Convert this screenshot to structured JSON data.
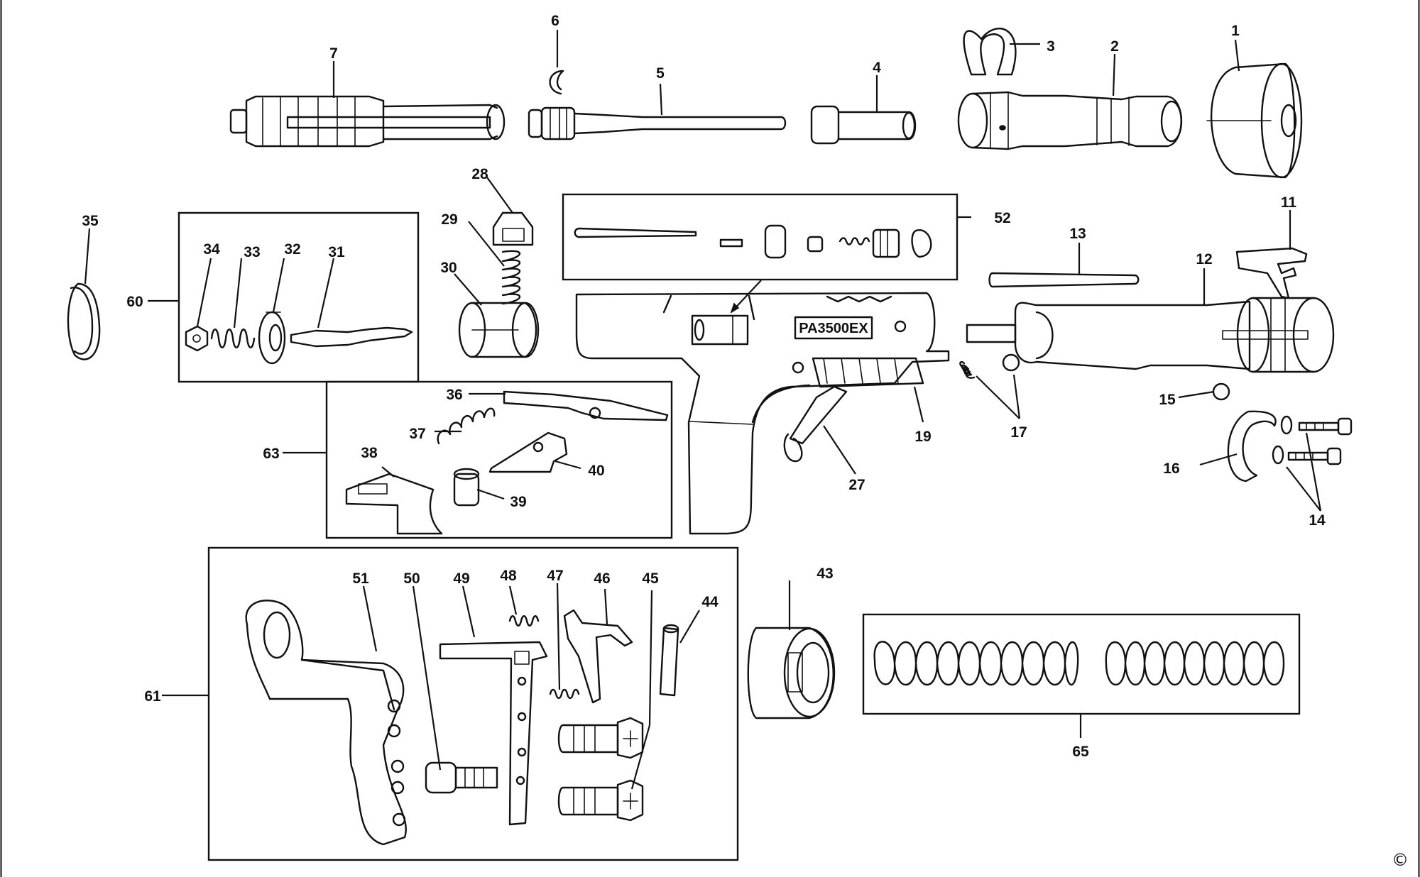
{
  "model_label": "PA3500EX",
  "copyright": "©",
  "callouts": {
    "n1": "1",
    "n2": "2",
    "n3": "3",
    "n4": "4",
    "n5": "5",
    "n6": "6",
    "n7": "7",
    "n11": "11",
    "n12": "12",
    "n13": "13",
    "n14": "14",
    "n15": "15",
    "n16": "16",
    "n17": "17",
    "n19": "19",
    "n27": "27",
    "n28": "28",
    "n29": "29",
    "n30": "30",
    "n31": "31",
    "n32": "32",
    "n33": "33",
    "n34": "34",
    "n35": "35",
    "n36": "36",
    "n37": "37",
    "n38": "38",
    "n39": "39",
    "n40": "40",
    "n43": "43",
    "n44": "44",
    "n45": "45",
    "n46": "46",
    "n47": "47",
    "n48": "48",
    "n49": "49",
    "n50": "50",
    "n51": "51",
    "n52": "52",
    "n60": "60",
    "n61": "61",
    "n63": "63",
    "n65": "65"
  }
}
